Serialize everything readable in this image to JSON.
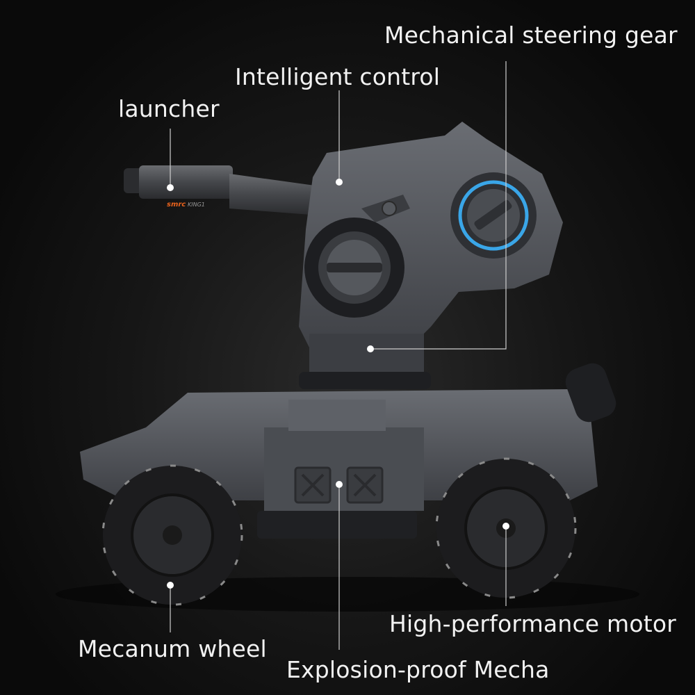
{
  "labels": {
    "launcher": "launcher",
    "intelligent_control": "Intelligent control",
    "steering_gear": "Mechanical steering gear",
    "mecanum_wheel": "Mecanum wheel",
    "explosion_proof": "Explosion-proof Mecha",
    "motor": "High-performance motor"
  },
  "brand": {
    "logo_main": "smrc",
    "logo_model": "KING1",
    "logo_color": "#e8621c"
  },
  "colors": {
    "body": "#5a5d63",
    "ring_accent": "#3aa6e8",
    "wheel": "#1c1c1e"
  }
}
